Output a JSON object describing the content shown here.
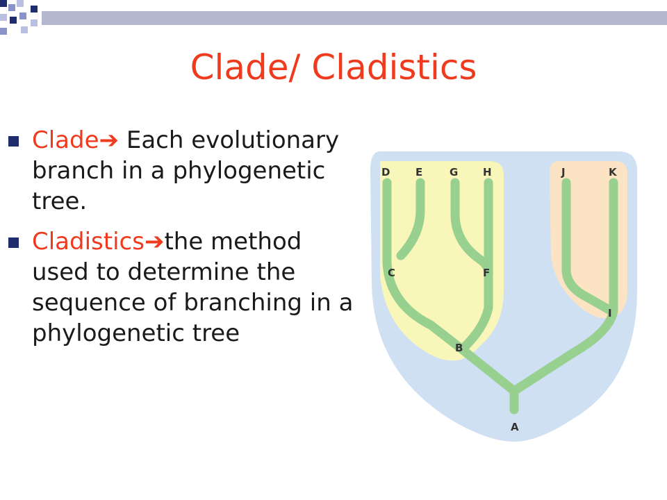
{
  "slide": {
    "title": "Clade/ Cladistics",
    "colors": {
      "title": "#f03a1e",
      "text": "#1a1a1a",
      "bullet": "#1f2d6e"
    }
  },
  "bullets": [
    {
      "term": "Clade",
      "arrow": "➔",
      "text": " Each evolutionary branch in a phylogenetic tree."
    },
    {
      "term": "Cladistics",
      "arrow": "➔",
      "text": "the method used to determine the sequence of branching in a phylogenetic tree"
    }
  ],
  "diagram": {
    "colors": {
      "outer_region": "#cfe0f3",
      "clade_yellow": "#f8f6b8",
      "clade_peach": "#fbe3c4",
      "branch": "#97d08f"
    },
    "labels": {
      "D": "D",
      "E": "E",
      "G": "G",
      "H": "H",
      "J": "J",
      "K": "K",
      "C": "C",
      "F": "F",
      "B": "B",
      "I": "I",
      "A": "A"
    }
  }
}
